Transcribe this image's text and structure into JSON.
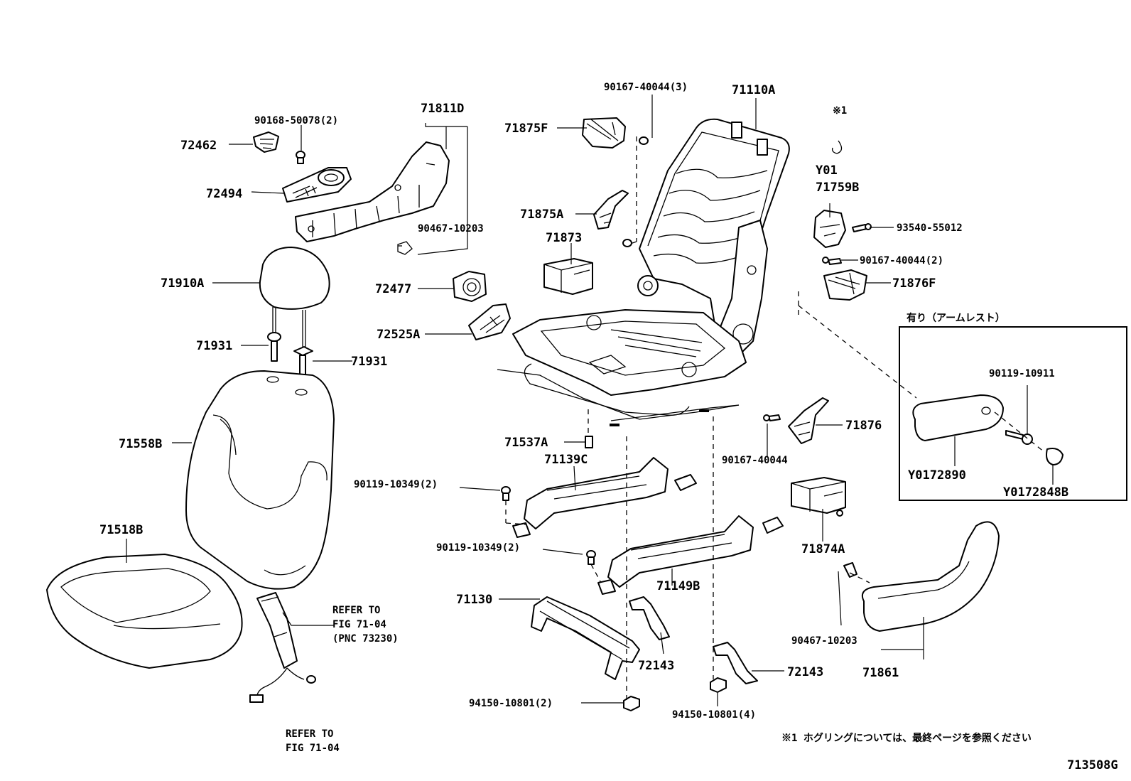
{
  "labels": {
    "p72462": "72462",
    "p90168_50078": "90168-50078(2)",
    "p72494": "72494",
    "p71811D": "71811D",
    "p90467_10203_top": "90467-10203",
    "p71910A": "71910A",
    "p71931_left": "71931",
    "p71931_right": "71931",
    "p71558B": "71558B",
    "p71518B": "71518B",
    "refer_to_1": "REFER TO",
    "fig_71_04_1": "FIG 71-04",
    "pnc_73230": "(PNC 73230)",
    "refer_to_2": "REFER TO",
    "fig_71_04_2": "FIG 71-04",
    "p90167_40044_3": "90167-40044(3)",
    "p71875F": "71875F",
    "p71110A": "71110A",
    "p71875A": "71875A",
    "p71873": "71873",
    "p72477": "72477",
    "p72525A": "72525A",
    "p71537A": "71537A",
    "p71139C": "71139C",
    "p90119_10349_a": "90119-10349(2)",
    "p90119_10349_b": "90119-10349(2)",
    "p71149B": "71149B",
    "p71130": "71130",
    "p72143_a": "72143",
    "p72143_b": "72143",
    "p94150_10801_2": "94150-10801(2)",
    "p94150_10801_4": "94150-10801(4)",
    "note_mark": "※1",
    "y01": "Y01",
    "p71759B": "71759B",
    "p93540_55012": "93540-55012",
    "p90167_40044_2": "90167-40044(2)",
    "p71876F": "71876F",
    "armrest_header": "有り（アームレスト）",
    "p90119_10911": "90119-10911",
    "y0172890": "Y0172890",
    "y0172848B": "Y0172848B",
    "p71876": "71876",
    "p90167_40044": "90167-40044",
    "p71874A": "71874A",
    "p90467_10203_bottom": "90467-10203",
    "p71861": "71861",
    "footnote": "※1  ホグリングについては、最終ページを参照ください",
    "figure_id": "713508G"
  }
}
